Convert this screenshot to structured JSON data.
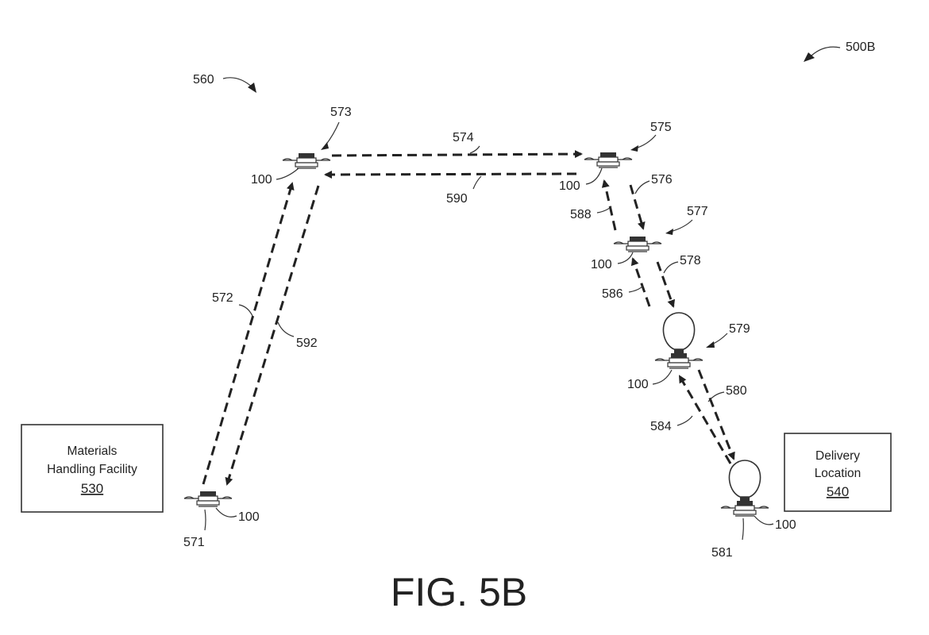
{
  "figure": {
    "label": "FIG. 5B",
    "ref_figure": "500B",
    "ref_sequence": "560"
  },
  "facilities": {
    "materials": {
      "line1": "Materials",
      "line2": "Handling Facility",
      "number": "530"
    },
    "delivery": {
      "line1": "Delivery",
      "line2": "Location",
      "number": "540"
    }
  },
  "positions": [
    {
      "ref": "571",
      "vehicle": "100",
      "package": false
    },
    {
      "ref": "573",
      "vehicle": "100",
      "package": false
    },
    {
      "ref": "575",
      "vehicle": "100",
      "package": false
    },
    {
      "ref": "577",
      "vehicle": "100",
      "package": false
    },
    {
      "ref": "579",
      "vehicle": "100",
      "package": true
    },
    {
      "ref": "581",
      "vehicle": "100",
      "package": true
    }
  ],
  "paths": {
    "outbound": [
      "572",
      "574",
      "576",
      "578",
      "580"
    ],
    "return": [
      "584",
      "586",
      "588",
      "590",
      "592"
    ]
  }
}
